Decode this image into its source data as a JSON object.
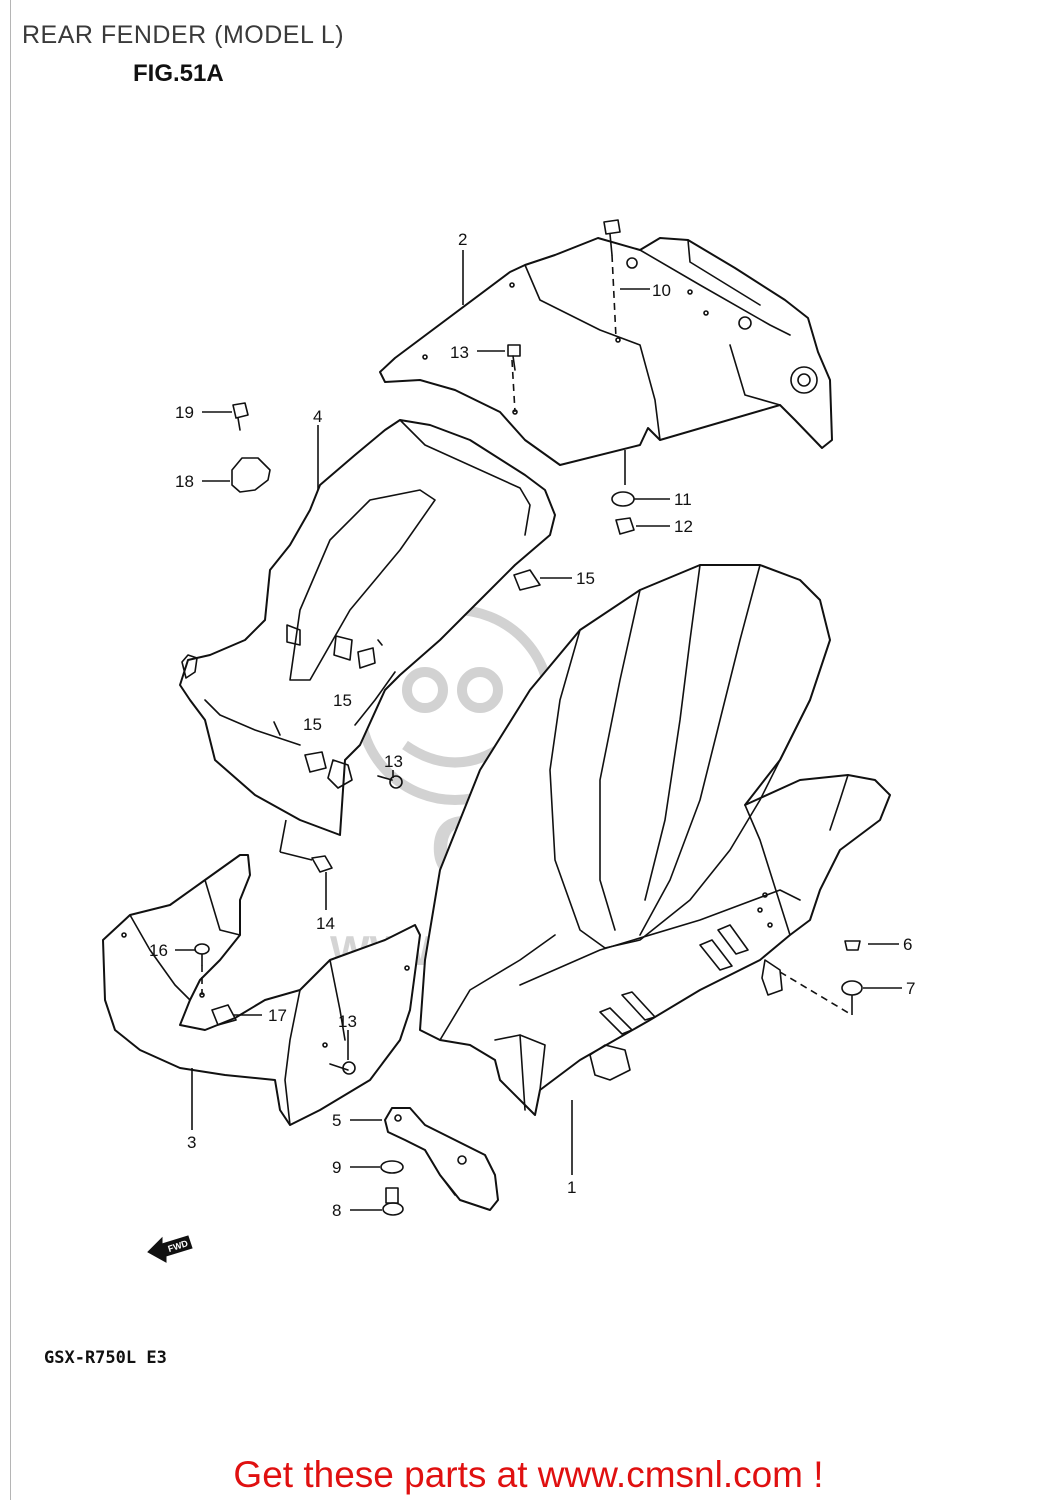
{
  "header": {
    "title": "REAR FENDER (MODEL L)",
    "figure": "FIG.51A"
  },
  "footer": {
    "model_code": "GSX-R750L E3",
    "banner": "Get these parts at www.cmsnl.com !"
  },
  "direction_marker": "FWD",
  "watermark": {
    "logo_text": "CMS",
    "url_text": "WWW.CMSNL.COM"
  },
  "callouts": {
    "c1": "1",
    "c2": "2",
    "c3": "3",
    "c4": "4",
    "c5": "5",
    "c6": "6",
    "c7": "7",
    "c8": "8",
    "c9": "9",
    "c10": "10",
    "c11": "11",
    "c12": "12",
    "c13a": "13",
    "c13b": "13",
    "c13c": "13",
    "c14": "14",
    "c15a": "15",
    "c15b": "15",
    "c15c": "15",
    "c16": "16",
    "c17": "17",
    "c18": "18",
    "c19": "19"
  }
}
